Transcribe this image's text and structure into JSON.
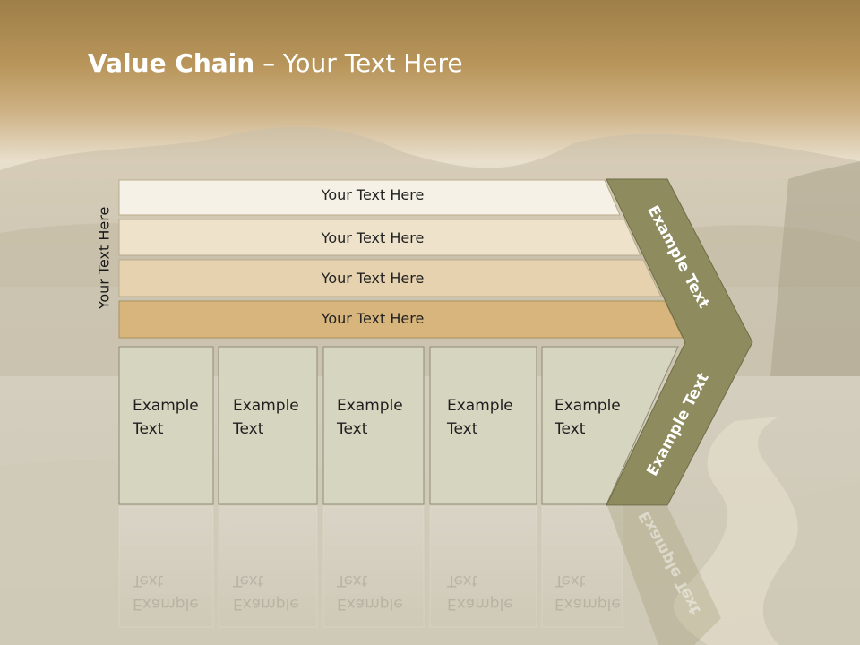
{
  "title": {
    "bold": "Value Chain",
    "rest": " – Your Text Here"
  },
  "side_label": "Your Text Here",
  "bands": [
    "Your Text Here",
    "Your Text Here",
    "Your Text Here",
    "Your Text Here"
  ],
  "boxes": [
    {
      "line1": "Example",
      "line2": "Text"
    },
    {
      "line1": "Example",
      "line2": "Text"
    },
    {
      "line1": "Example",
      "line2": "Text"
    },
    {
      "line1": "Example",
      "line2": "Text"
    },
    {
      "line1": "Example",
      "line2": "Text"
    }
  ],
  "arrow": {
    "upper": "Example Text",
    "lower": "Example Text"
  },
  "colors": {
    "header": "#b8955a",
    "band1": "#f6f1e6",
    "band2": "#eee2cb",
    "band3": "#e6d2ae",
    "band4": "#d8b57c",
    "box": "#d6d5c0",
    "arrow": "#8e8b5e"
  }
}
